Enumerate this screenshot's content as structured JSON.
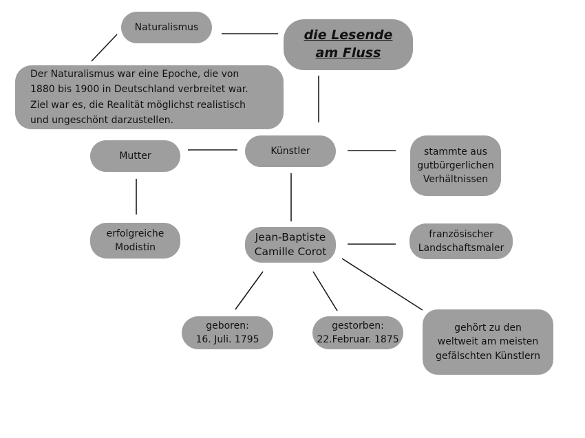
{
  "nodes": {
    "title": "die Lesende\nam Fluss",
    "naturalismus": "Naturalismus",
    "naturalismus_text": "Der Naturalismus war eine Epoche, die von\n1880 bis 1900 in Deutschland verbreitet war.\nZiel war es, die Realität möglichst realistisch\nund ungeschönt darzustellen.",
    "kuenstler": "Künstler",
    "mutter": "Mutter",
    "herkunft": "stammte aus\ngutbürgerlichen\nVerhältnissen",
    "modistin": "erfolgreiche\nModistin",
    "name": "Jean-Baptiste\nCamille Corot",
    "beruf": "französischer\nLandschaftsmaler",
    "geboren": "geboren:\n16. Juli. 1795",
    "gestorben": "gestorben:\n22.Februar. 1875",
    "faelschungen": "gehört zu den\nweltweit am meisten\ngefälschten Künstlern"
  },
  "colors": {
    "node_fill": "#9e9e9e",
    "connector": "#1a1a1a",
    "text": "#111111",
    "background": "#ffffff"
  }
}
